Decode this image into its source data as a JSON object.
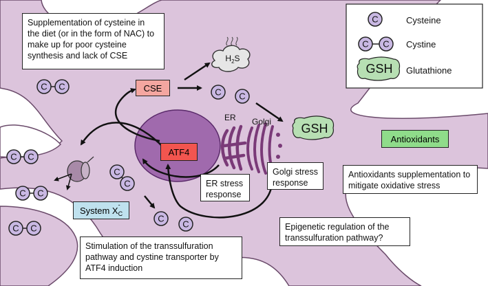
{
  "notes": {
    "diet": "Supplementation of cysteine in the diet (or in the form of NAC) to make up for poor cysteine synthesis and lack of CSE",
    "transsulfuration": "Stimulation of the transsulfuration pathway and cystine transporter by ATF4 induction",
    "er_stress": "ER stress response",
    "golgi_stress": "Golgi stress response",
    "antioxidant_supp": "Antioxidants supplementation to mitigate oxidative stress",
    "epigenetic": "Epigenetic regulation of the transsulfuration pathway?"
  },
  "labels": {
    "cse": "CSE",
    "atf4": "ATF4",
    "er": "ER",
    "golgi": "Golgi",
    "gsh": "GSH",
    "antioxidants": "Antioxidants",
    "system_xc": "System X",
    "system_xc_sub": "C",
    "system_xc_sup": "-",
    "h2s_h": "H",
    "h2s_sub": "2",
    "h2s_s": "S",
    "c": "C"
  },
  "legend": {
    "cysteine": "Cysteine",
    "cystine": "Cystine",
    "glutathione": "Glutathione",
    "gsh": "GSH",
    "c": "C"
  },
  "colors": {
    "cell": "#dcc4dc",
    "nucleus": "#a06aad",
    "er_golgi": "#7a3a78",
    "cse": "#f4a6a0",
    "atf4": "#f2554f",
    "gsh": "#b7dfb3",
    "antioxidants": "#8fdc8a",
    "system_xc": "#bfe1ee",
    "molecule": "#c9b8e3"
  }
}
